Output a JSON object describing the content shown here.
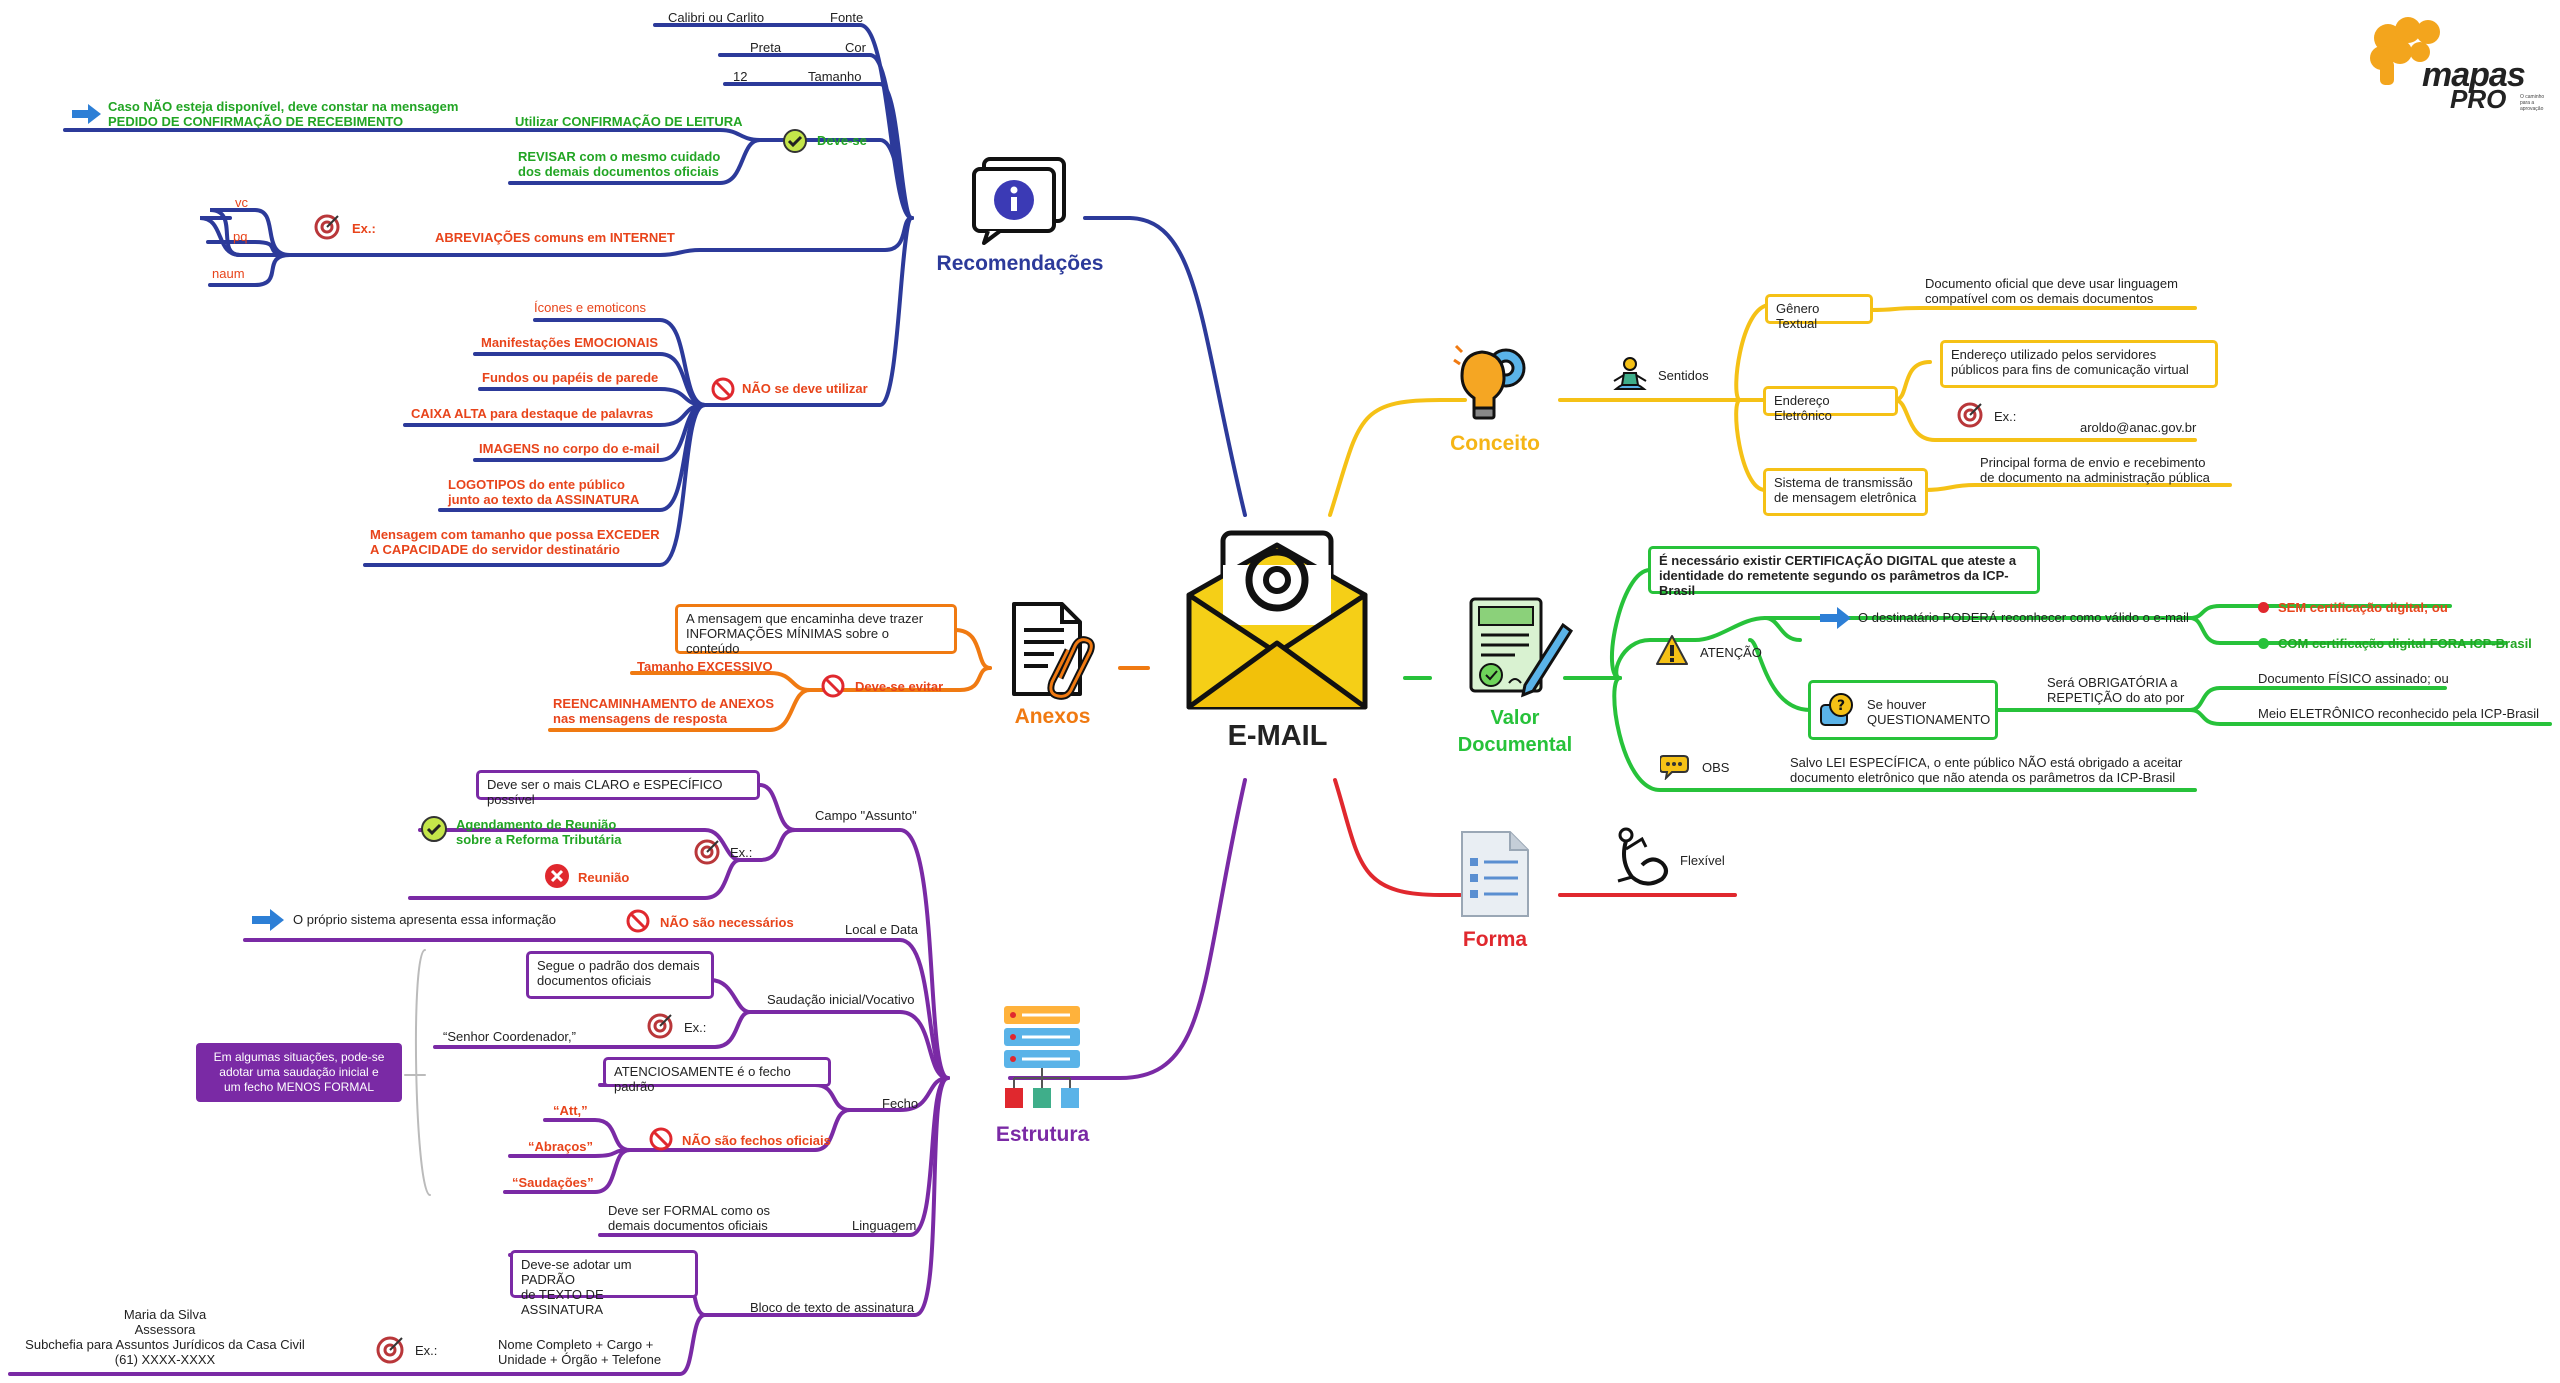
{
  "center": {
    "title": "E-MAIL"
  },
  "logo": {
    "brand": "mapas",
    "sub": "PRO",
    "tagline": "O caminho para a aprovação"
  },
  "colors": {
    "recomendacoes": "#2c3a9a",
    "anexos": "#f07a12",
    "estrutura": "#7a2aa5",
    "conceito": "#f5c116",
    "valor": "#27c23a",
    "forma": "#e0282e",
    "warn": "#e8441b",
    "ok": "#22a524"
  },
  "recomendacoes": {
    "title": "Recomendações",
    "fonte": {
      "label": "Fonte",
      "value": "Calibri ou Carlito"
    },
    "cor": {
      "label": "Cor",
      "value": "Preta"
    },
    "tamanho": {
      "label": "Tamanho",
      "value": "12"
    },
    "devese": {
      "label": "Deve-se",
      "confirm": "Utilizar CONFIRMAÇÃO DE LEITURA",
      "confirm_note_1": "Caso NÃO esteja disponível, deve constar na mensagem",
      "confirm_note_2": "PEDIDO DE CONFIRMAÇÃO DE RECEBIMENTO",
      "revisar_1": "REVISAR com o mesmo cuidado",
      "revisar_2": "dos demais documentos oficiais"
    },
    "abreviacoes": {
      "label": "ABREVIAÇÕES comuns em INTERNET",
      "ex": "Ex.:",
      "items": [
        "vc",
        "pq",
        "naum"
      ]
    },
    "nao": {
      "label": "NÃO se deve utilizar",
      "items": [
        "Ícones e emoticons",
        "Manifestações EMOCIONAIS",
        "Fundos ou papéis de parede",
        "CAIXA ALTA para destaque de palavras",
        "IMAGENS no corpo do e-mail"
      ],
      "logo_1": "LOGOTIPOS do ente público",
      "logo_2": "junto ao texto da ASSINATURA",
      "tam_1": "Mensagem com tamanho que possa EXCEDER",
      "tam_2": "A CAPACIDADE do servidor destinatário"
    }
  },
  "anexos": {
    "title": "Anexos",
    "box_1": "A mensagem que encaminha deve trazer",
    "box_2": "INFORMAÇÕES MÍNIMAS sobre o conteúdo",
    "evitar": "Deve-se evitar",
    "excessivo": "Tamanho EXCESSIVO",
    "reenc_1": "REENCAMINHAMENTO de ANEXOS",
    "reenc_2": "nas mensagens de resposta"
  },
  "estrutura": {
    "title": "Estrutura",
    "assunto": {
      "label": "Campo \"Assunto\"",
      "box": "Deve ser o mais CLARO e ESPECÍFICO possível",
      "ex": "Ex.:",
      "good_1": "Agendamento de Reunião",
      "good_2": "sobre a Reforma Tributária",
      "bad": "Reunião"
    },
    "local": {
      "label": "Local e Data",
      "nao": "NÃO são necessários",
      "note": "O próprio sistema apresenta essa informação"
    },
    "saudacao": {
      "label": "Saudação inicial/Vocativo",
      "box_1": "Segue o padrão dos demais",
      "box_2": "documentos oficiais",
      "ex": "Ex.:",
      "example": "“Senhor Coordenador,”"
    },
    "side_note_1": "Em algumas situações, pode-se",
    "side_note_2": "adotar uma saudação inicial e",
    "side_note_3": "um fecho MENOS FORMAL",
    "fecho": {
      "label": "Fecho",
      "box": "ATENCIOSAMENTE é o fecho padrão",
      "nao": "NÃO são fechos oficiais",
      "items": [
        "“Att,”",
        "“Abraços”",
        "“Saudações”"
      ]
    },
    "linguagem": {
      "label": "Linguagem",
      "text_1": "Deve ser FORMAL como os",
      "text_2": "demais documentos oficiais"
    },
    "bloco": {
      "label": "Bloco de texto de assinatura",
      "box_1": "Deve-se adotar um PADRÃO",
      "box_2": "de TEXTO DE ASSINATURA",
      "ex": "Ex.:",
      "fields_1": "Nome Completo + Cargo +",
      "fields_2": "Unidade + Órgão + Telefone",
      "sig": [
        "Maria da Silva",
        "Assessora",
        "Subchefia para Assuntos Jurídicos da Casa Civil",
        "(61) XXXX-XXXX"
      ]
    }
  },
  "conceito": {
    "title": "Conceito",
    "sentidos": "Sentidos",
    "genero": {
      "label": "Gênero Textual",
      "desc_1": "Documento oficial que deve usar linguagem",
      "desc_2": "compatível com os demais documentos"
    },
    "endereco": {
      "label": "Endereço Eletrônico",
      "desc_1": "Endereço utilizado pelos servidores",
      "desc_2": "públicos para fins de comunicação virtual",
      "ex": "Ex.:",
      "example": "aroldo@anac.gov.br"
    },
    "sistema": {
      "label_1": "Sistema de transmissão",
      "label_2": "de mensagem eletrônica",
      "desc_1": "Principal forma de envio e recebimento",
      "desc_2": "de documento na administração pública"
    }
  },
  "valor": {
    "title_1": "Valor",
    "title_2": "Documental",
    "cert_1": "É necessário existir CERTIFICAÇÃO DIGITAL que ateste a",
    "cert_2": "identidade do remetente segundo os parâmetros da ICP-Brasil",
    "atencao": "ATENÇÃO",
    "poder": "O destinatário PODERÁ reconhecer como válido o e-mail",
    "sem": "SEM certificação digital; ou",
    "com": "COM certificação digital FORA ICP-Brasil",
    "quest_1": "Se houver",
    "quest_2": "QUESTIONAMENTO",
    "obrig_1": "Será OBRIGATÓRIA a",
    "obrig_2": "REPETIÇÃO do ato por",
    "fisico": "Documento FÍSICO assinado; ou",
    "meio": "Meio ELETRÔNICO reconhecido pela ICP-Brasil",
    "obs": "OBS",
    "obs_1": "Salvo LEI ESPECÍFICA, o ente público NÃO está obrigado a aceitar",
    "obs_2": "documento eletrônico que não atenda os parâmetros da ICP-Brasil"
  },
  "forma": {
    "title": "Forma",
    "flex": "Flexível"
  }
}
